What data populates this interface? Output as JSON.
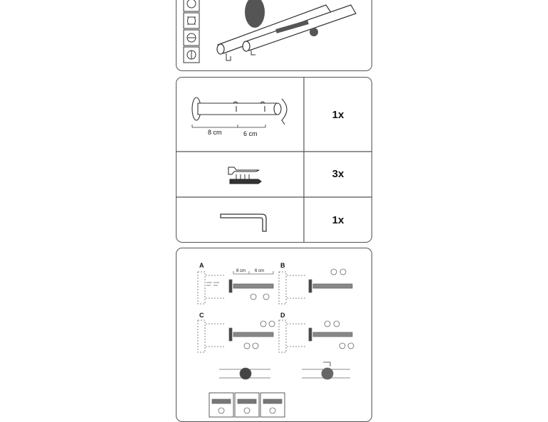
{
  "parts": [
    {
      "name": "double bracket",
      "quantity": "1x",
      "dim_a": "8 cm",
      "dim_b": "6 cm"
    },
    {
      "name": "screw and plug",
      "quantity": "3x"
    },
    {
      "name": "allen key",
      "quantity": "1x"
    }
  ],
  "steps": {
    "letters": [
      "A",
      "B",
      "C",
      "D"
    ],
    "dim_a": "8 cm",
    "dim_b": "6 cm"
  },
  "colors": {
    "stroke": "#555555",
    "fill_dark": "#444444",
    "fill_mid": "#8a8a8a"
  }
}
